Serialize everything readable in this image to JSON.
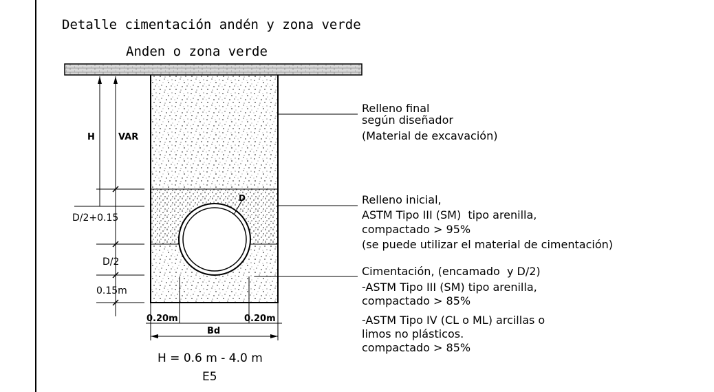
{
  "title": "Detalle cimentación andén y zona verde",
  "surface_label": "Anden o zona verde",
  "dimensions": {
    "h": "H",
    "var": "VAR",
    "d_half_plus": "D/2+0.15",
    "d_half": "D/2",
    "base": "0.15m",
    "pipe_d": "D",
    "side_left": "0.20m",
    "side_right": "0.20m",
    "bd": "Bd"
  },
  "range_label": "H = 0.6 m - 4.0 m",
  "detail_id": "E5",
  "annotations": {
    "final_fill": [
      "Relleno final",
      "según diseñador",
      "(Material de excavación)"
    ],
    "initial_fill": [
      "Relleno inicial,",
      "ASTM Tipo III (SM)  tipo arenilla,",
      "compactado > 95%",
      "(se puede utilizar el material de cimentación)"
    ],
    "bedding": [
      "Cimentación, (encamado  y D/2)",
      "-ASTM Tipo III (SM) tipo arenilla,",
      "compactado > 85%",
      "-ASTM Tipo IV (CL o ML) arcillas o",
      "limos no plásticos.",
      "compactado > 85%"
    ]
  },
  "colors": {
    "line": "#000000",
    "background": "#ffffff",
    "pavement_fill": "#d9d9d9"
  }
}
